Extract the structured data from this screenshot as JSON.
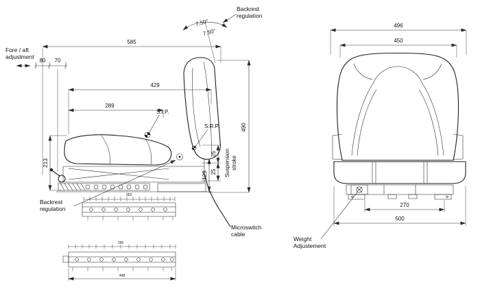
{
  "side": {
    "labels": {
      "backrest_regulation_top": [
        "Backrest",
        "regulation"
      ],
      "fore_aft": [
        "Fore / aft",
        "adjustment"
      ],
      "backrest_regulation_bottom": [
        "Backrest",
        "regulation"
      ],
      "microswitch": [
        "Microswitch",
        "cable"
      ],
      "suspension_stroke": [
        "Suspension",
        "stroke"
      ],
      "sip": "S.I.P.",
      "srp": "S.R.P."
    },
    "dims": {
      "overall_length": "585",
      "upper_length": "429",
      "mid_length": "289",
      "front_height": "213",
      "overall_height": "490",
      "slide_a": "80",
      "slide_b": "70",
      "tilt_fwd": "7.50°",
      "tilt_back": "7.50°",
      "stroke_up": "25",
      "stroke_down": "25",
      "stroke_total": "125"
    }
  },
  "front": {
    "labels": {
      "weight_adjustment": [
        "Weight",
        "Adjustement"
      ]
    },
    "dims": {
      "overall_width": "496",
      "backrest_width": "450",
      "rail_centres": "270",
      "base_width": "500"
    }
  },
  "rails": {
    "top_length": "353",
    "bottom_length": "295",
    "bottom_overall": "448"
  }
}
